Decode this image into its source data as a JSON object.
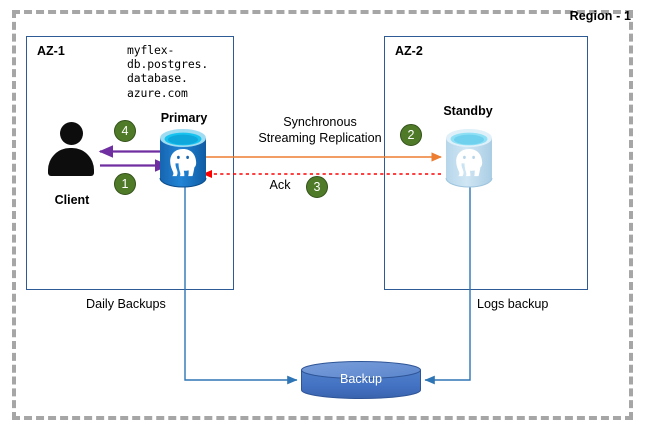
{
  "region": {
    "label": "Region - 1",
    "border_color": "#a6a6a6"
  },
  "zones": [
    {
      "id": "az1",
      "label": "AZ-1"
    },
    {
      "id": "az2",
      "label": "AZ-2"
    }
  ],
  "endpoint": {
    "hostname": "myflex-\ndb.postgres.\ndatabase.\nazure.com"
  },
  "nodes": {
    "client": {
      "label": "Client",
      "icon": "user-icon"
    },
    "primary": {
      "label": "Primary",
      "icon": "postgresql-database-icon",
      "color": "#1b72c0"
    },
    "standby": {
      "label": "Standby",
      "icon": "postgresql-database-icon",
      "color": "#bcd9ee"
    },
    "backup": {
      "label": "Backup",
      "icon": "database-cylinder-icon",
      "color": "#4472c4"
    }
  },
  "badges": [
    {
      "id": "badge-1",
      "value": "1",
      "color": "#4f7a28"
    },
    {
      "id": "badge-2",
      "value": "2",
      "color": "#4f7a28"
    },
    {
      "id": "badge-3",
      "value": "3",
      "color": "#4f7a28"
    },
    {
      "id": "badge-4",
      "value": "4",
      "color": "#4f7a28"
    }
  ],
  "flows": {
    "replication": "Synchronous\nStreaming Replication",
    "ack": "Ack",
    "daily_backups": "Daily Backups",
    "logs_backup": "Logs backup"
  },
  "colors": {
    "az_border": "#2e5b96",
    "client_arrow": "#6f2fa0",
    "replication_arrow": "#ed7d31",
    "ack_arrow": "#ff0000",
    "backup_line": "#2e75b6"
  }
}
